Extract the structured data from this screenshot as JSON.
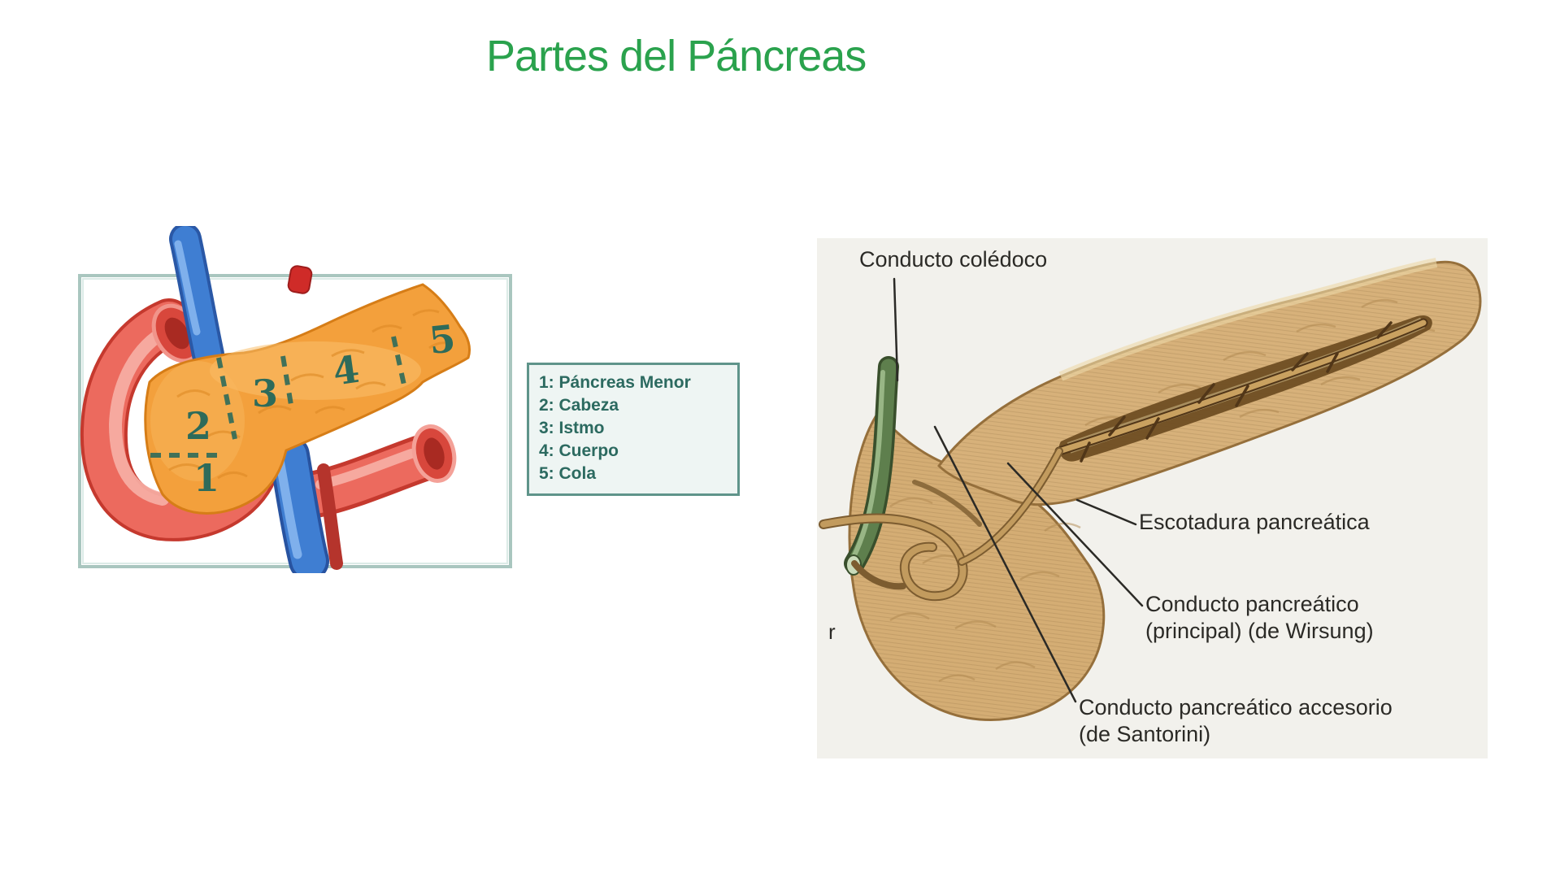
{
  "page": {
    "title": "Partes del Páncreas",
    "title_color": "#2aa24d",
    "background": "#ffffff"
  },
  "figures": {
    "parts_diagram": {
      "numbers": [
        "1",
        "2",
        "3",
        "4",
        "5"
      ],
      "legend": {
        "items": [
          "1: Páncreas Menor",
          "2: Cabeza",
          "3: Istmo",
          "4: Cuerpo",
          "5: Cola"
        ]
      },
      "colors": {
        "pancreas": "#f3a03c",
        "pancreas_edge": "#d67d17",
        "duodenum": "#ec6a5e",
        "duodenum_dark": "#c5392e",
        "vein_blue": "#3f7ed2",
        "artery_red": "#b5342c",
        "annotation_teal": "#2e6b5a",
        "frame_border": "#a9c6bf",
        "legend_bg": "#eef5f3",
        "legend_border": "#5f948a",
        "legend_text": "#2c6a60"
      }
    },
    "duct_illustration": {
      "labels": {
        "coledoco": "Conducto colédoco",
        "escotadura": "Escotadura pancreática",
        "wirsung": "Conducto pancreático\n(principal) (de Wirsung)",
        "santorini": "Conducto pancreático accesorio\n(de Santorini)",
        "stray": "r"
      },
      "colors": {
        "background": "#f2f1ec",
        "pancreas": "#d4ad74",
        "pancreas_edge": "#96703c",
        "groove": "#6f4e23",
        "duct": "#c9a160",
        "bile_duct_green": "#5e7f4d",
        "label_text": "#2b2a26"
      }
    }
  }
}
